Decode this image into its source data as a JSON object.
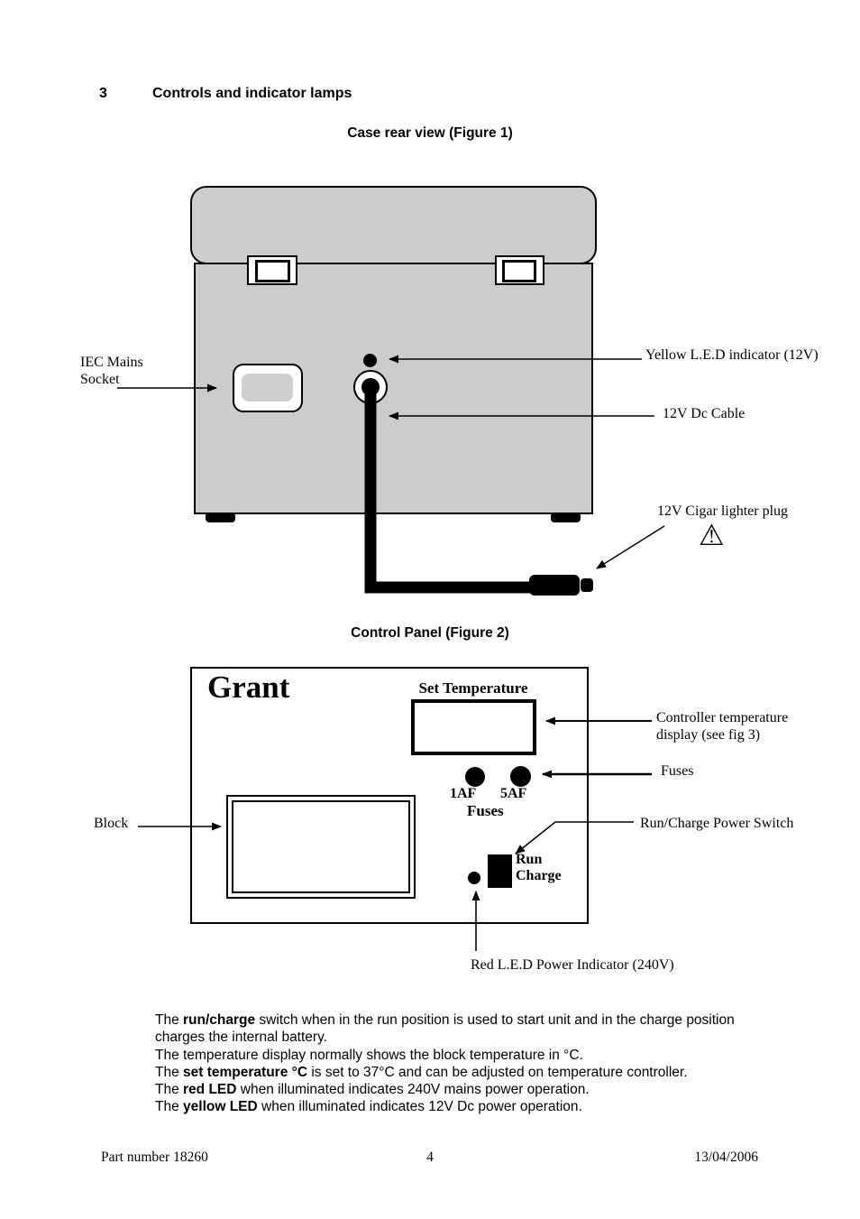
{
  "header": {
    "section_number": "3",
    "section_title": "Controls and indicator lamps"
  },
  "figure1": {
    "caption": "Case rear view  (Figure 1)",
    "labels": {
      "iec_line1": "IEC Mains",
      "iec_line2": "Socket",
      "yellow_led": "Yellow L.E.D indicator (12V)",
      "dc_cable": "12V Dc Cable",
      "cigar_plug": "12V Cigar lighter plug",
      "warning_symbol": "⚠"
    }
  },
  "figure2": {
    "caption": "Control Panel  (Figure 2)",
    "brand": "Grant",
    "set_temperature": "Set Temperature",
    "fuse_left": "1AF",
    "fuse_right": "5AF",
    "fuses_caption": "Fuses",
    "switch_run": "Run",
    "switch_charge": "Charge",
    "labels": {
      "controller_display_line1": "Controller temperature",
      "controller_display_line2": "display (see fig 3)",
      "fuses": "Fuses",
      "run_charge": "Run/Charge Power Switch",
      "block": "Block",
      "red_led": "Red L.E.D  Power Indicator (240V)"
    }
  },
  "body": {
    "p1": {
      "s1": "The ",
      "s2": "run/charge",
      "s3": " switch when in the run position is used to start unit and in the charge position charges the internal battery."
    },
    "p2": {
      "s1": "The temperature display normally shows the block temperature in °C."
    },
    "p3": {
      "s1": "The ",
      "s2": "set temperature °C",
      "s3": "  is set to 37°C and can be adjusted on temperature controller."
    },
    "p4": {
      "s1": "The ",
      "s2": "red LED",
      "s3": " when illuminated indicates 240V mains power operation."
    },
    "p5": {
      "s1": "The ",
      "s2": "yellow LED",
      "s3": " when illuminated indicates 12V Dc power operation."
    }
  },
  "footer": {
    "part_number": "Part number 18260",
    "page_number": "4",
    "date": "13/04/2006"
  },
  "colors": {
    "case_fill": "#cccccc",
    "ink": "#000000",
    "socket_inner": "#cfcfcf"
  }
}
